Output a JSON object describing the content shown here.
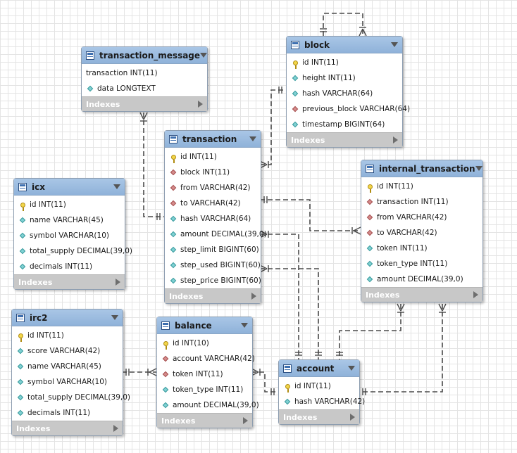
{
  "tables": [
    {
      "id": "transaction_message",
      "name": "transaction_message",
      "indexes_label": "Indexes",
      "columns": [
        {
          "kind": "none",
          "text": "transaction INT(11)"
        },
        {
          "kind": "col",
          "text": "data LONGTEXT"
        }
      ]
    },
    {
      "id": "block",
      "name": "block",
      "indexes_label": "Indexes",
      "columns": [
        {
          "kind": "pk",
          "text": "id INT(11)"
        },
        {
          "kind": "col",
          "text": "height INT(11)"
        },
        {
          "kind": "col",
          "text": "hash VARCHAR(64)"
        },
        {
          "kind": "fk",
          "text": "previous_block VARCHAR(64)"
        },
        {
          "kind": "col",
          "text": "timestamp BIGINT(64)"
        }
      ]
    },
    {
      "id": "transaction",
      "name": "transaction",
      "indexes_label": "Indexes",
      "columns": [
        {
          "kind": "pk",
          "text": "id INT(11)"
        },
        {
          "kind": "fk",
          "text": "block INT(11)"
        },
        {
          "kind": "fk",
          "text": "from VARCHAR(42)"
        },
        {
          "kind": "fk",
          "text": "to VARCHAR(42)"
        },
        {
          "kind": "col",
          "text": "hash VARCHAR(64)"
        },
        {
          "kind": "col",
          "text": "amount DECIMAL(39,0)"
        },
        {
          "kind": "col",
          "text": "step_limit BIGINT(60)"
        },
        {
          "kind": "col",
          "text": "step_used BIGINT(60)"
        },
        {
          "kind": "col",
          "text": "step_price BIGINT(60)"
        }
      ]
    },
    {
      "id": "icx",
      "name": "icx",
      "indexes_label": "Indexes",
      "columns": [
        {
          "kind": "pk",
          "text": "id INT(11)"
        },
        {
          "kind": "col",
          "text": "name VARCHAR(45)"
        },
        {
          "kind": "col",
          "text": "symbol VARCHAR(10)"
        },
        {
          "kind": "col",
          "text": "total_supply DECIMAL(39,0)"
        },
        {
          "kind": "col",
          "text": "decimals INT(11)"
        }
      ]
    },
    {
      "id": "internal_transaction",
      "name": "internal_transaction",
      "indexes_label": "Indexes",
      "columns": [
        {
          "kind": "pk",
          "text": "id INT(11)"
        },
        {
          "kind": "fk",
          "text": "transaction INT(11)"
        },
        {
          "kind": "fk",
          "text": "from VARCHAR(42)"
        },
        {
          "kind": "fk",
          "text": "to VARCHAR(42)"
        },
        {
          "kind": "col",
          "text": "token INT(11)"
        },
        {
          "kind": "col",
          "text": "token_type INT(11)"
        },
        {
          "kind": "col",
          "text": "amount DECIMAL(39,0)"
        }
      ]
    },
    {
      "id": "irc2",
      "name": "irc2",
      "indexes_label": "Indexes",
      "columns": [
        {
          "kind": "pk",
          "text": "id INT(11)"
        },
        {
          "kind": "col",
          "text": "score VARCHAR(42)"
        },
        {
          "kind": "col",
          "text": "name VARCHAR(45)"
        },
        {
          "kind": "col",
          "text": "symbol VARCHAR(10)"
        },
        {
          "kind": "col",
          "text": "total_supply DECIMAL(39,0)"
        },
        {
          "kind": "col",
          "text": "decimals INT(11)"
        }
      ]
    },
    {
      "id": "balance",
      "name": "balance",
      "indexes_label": "Indexes",
      "columns": [
        {
          "kind": "pk",
          "text": "id INT(10)"
        },
        {
          "kind": "fk",
          "text": "account VARCHAR(42)"
        },
        {
          "kind": "fk",
          "text": "token INT(11)"
        },
        {
          "kind": "col",
          "text": "token_type INT(11)"
        },
        {
          "kind": "col",
          "text": "amount DECIMAL(39,0)"
        }
      ]
    },
    {
      "id": "account",
      "name": "account",
      "indexes_label": "Indexes",
      "columns": [
        {
          "kind": "pk",
          "text": "id INT(11)"
        },
        {
          "kind": "col",
          "text": "hash VARCHAR(42)"
        }
      ]
    }
  ],
  "relationships": [
    {
      "from": "block",
      "to": "block"
    },
    {
      "from": "transaction",
      "to": "block"
    },
    {
      "from": "transaction_message",
      "to": "transaction"
    },
    {
      "from": "internal_transaction",
      "to": "transaction"
    },
    {
      "from": "transaction",
      "to": "account"
    },
    {
      "from": "transaction",
      "to": "account"
    },
    {
      "from": "internal_transaction",
      "to": "account"
    },
    {
      "from": "internal_transaction",
      "to": "account"
    },
    {
      "from": "balance",
      "to": "irc2"
    },
    {
      "from": "balance",
      "to": "account"
    }
  ]
}
